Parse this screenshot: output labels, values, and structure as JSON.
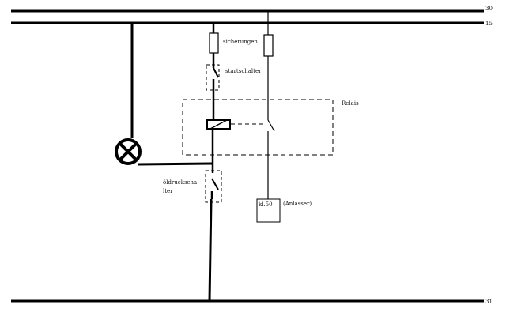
{
  "rails": {
    "r30": "30",
    "r15": "15",
    "r31": "31"
  },
  "labels": {
    "fuses": "sicherungen",
    "start_switch": "startschalter",
    "relay": "Relais",
    "oil_switch_line1": "öldruckscha",
    "oil_switch_line2": "lter",
    "terminal": "kl.50",
    "starter": "(Anlasser)"
  },
  "colors": {
    "line": "#000000",
    "background": "#ffffff"
  }
}
